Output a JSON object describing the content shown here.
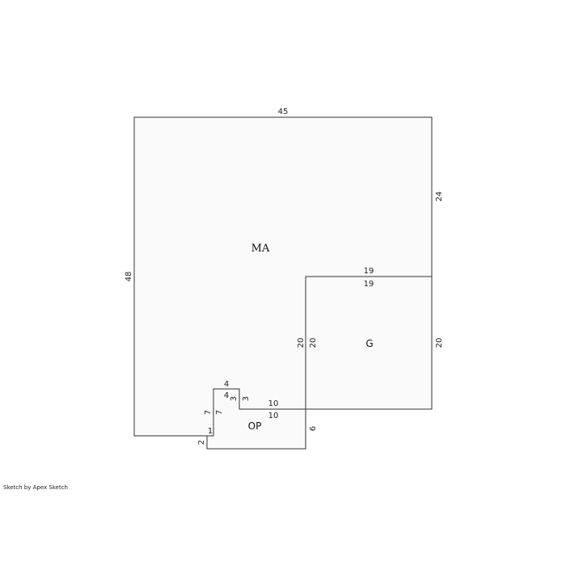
{
  "areas": {
    "main": "MA",
    "garage": "G",
    "porch": "OP"
  },
  "dimensions": {
    "ma_top": "45",
    "ma_left": "48",
    "ma_right_upper": "24",
    "ma_garage_top": "19",
    "ma_garage_left": "20",
    "ma_step_top": "4",
    "ma_step_left": "7",
    "ma_step_right": "3",
    "ma_porch_top": "10",
    "ma_step_bottom": "1",
    "g_top": "19",
    "g_left": "20",
    "g_right": "20",
    "op_top": "10",
    "op_right": "6",
    "op_left": "2",
    "op_step_left": "7",
    "op_step_top": "4",
    "op_step_right": "3"
  },
  "footer": "Sketch by Apex Sketch"
}
